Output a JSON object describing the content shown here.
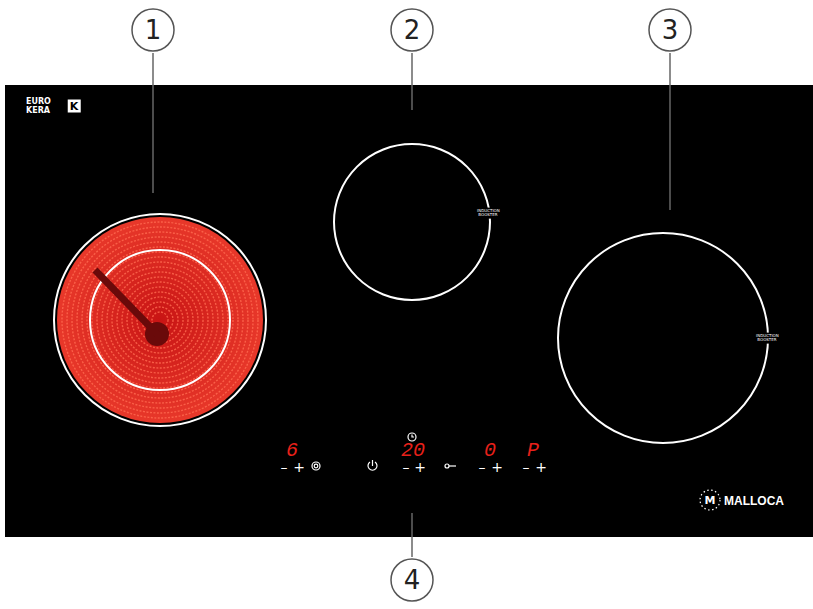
{
  "diagram": {
    "nodes": [
      {
        "text": [
          "1"
        ]
      },
      {
        "text": [
          "2"
        ]
      },
      {
        "text": [
          "3"
        ]
      },
      {
        "text": [
          "4"
        ]
      }
    ],
    "labels": [
      "EURO",
      "KERA",
      "K",
      "INDUCTION BOOSTER",
      "INDUCTION BOOSTER",
      "6",
      "–",
      "+",
      "20",
      "–",
      "+",
      "0",
      "–",
      "+",
      "P",
      "–",
      "+",
      "M",
      "MALLOCA"
    ]
  }
}
